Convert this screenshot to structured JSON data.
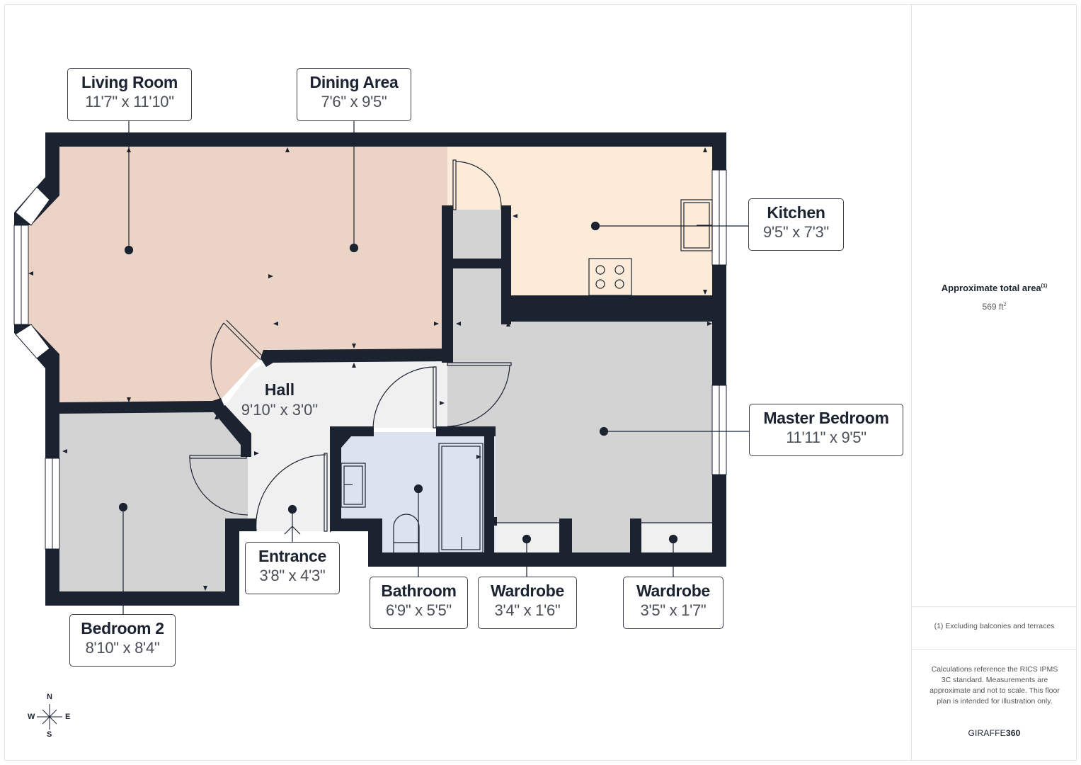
{
  "rooms": {
    "living_room": {
      "name": "Living Room",
      "dims": "11'7\" x 11'10\""
    },
    "dining_area": {
      "name": "Dining Area",
      "dims": "7'6\" x 9'5\""
    },
    "kitchen": {
      "name": "Kitchen",
      "dims": "9'5\" x 7'3\""
    },
    "master_bedroom": {
      "name": "Master Bedroom",
      "dims": "11'11\" x 9'5\""
    },
    "hall": {
      "name": "Hall",
      "dims": "9'10\" x 3'0\""
    },
    "entrance": {
      "name": "Entrance",
      "dims": "3'8\" x 4'3\""
    },
    "bathroom": {
      "name": "Bathroom",
      "dims": "6'9\" x 5'5\""
    },
    "wardrobe_1": {
      "name": "Wardrobe",
      "dims": "3'4\" x 1'6\""
    },
    "wardrobe_2": {
      "name": "Wardrobe",
      "dims": "3'5\" x 1'7\""
    },
    "bedroom_2": {
      "name": "Bedroom 2",
      "dims": "8'10\" x 8'4\""
    }
  },
  "summary": {
    "title": "Approximate total area",
    "title_note": "(1)",
    "value": "569 ft",
    "value_unit_sup": "2",
    "footnote": "(1) Excluding balconies and terraces",
    "disclaimer": "Calculations reference the RICS IPMS 3C standard. Measurements are approximate and not to scale. This floor plan is intended for illustration only.",
    "brand_light": "GIRAFFE",
    "brand_bold": "360"
  },
  "compass": {
    "n": "N",
    "s": "S",
    "e": "E",
    "w": "W"
  },
  "colors": {
    "wall": "#1b2230",
    "living": "#ebd3c5",
    "kitchen": "#fdebd9",
    "bedroom": "#d3d3d3",
    "hall": "#f0f0f0",
    "bathroom": "#dde3ee"
  }
}
